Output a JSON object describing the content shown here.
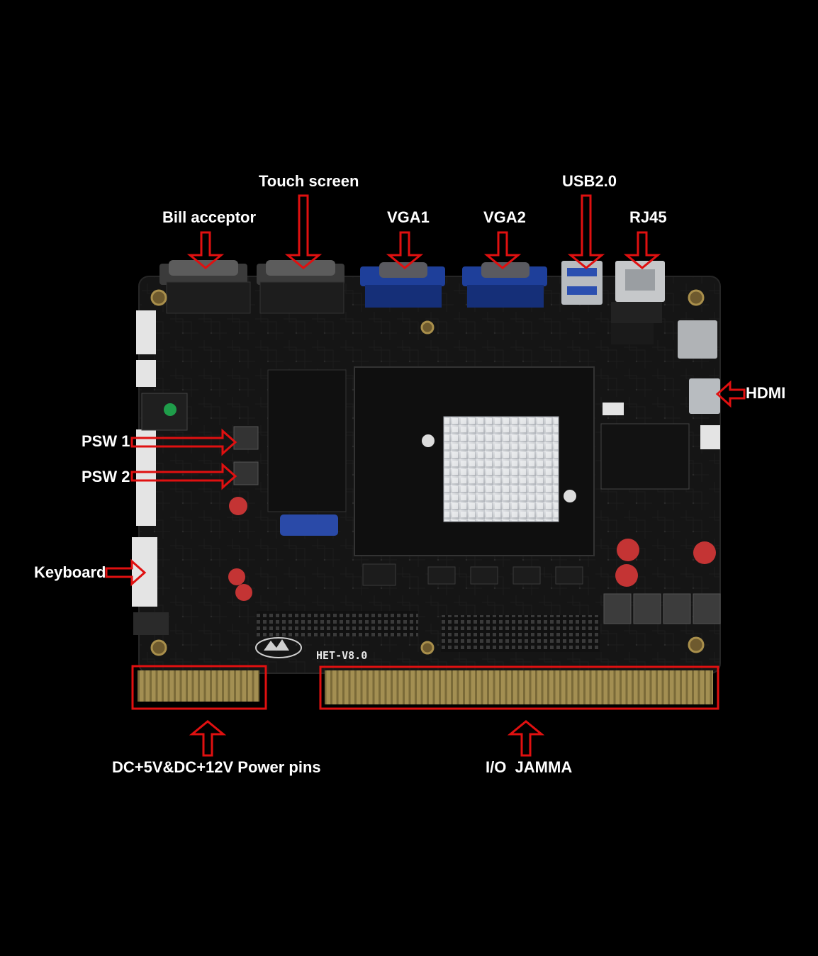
{
  "labels": {
    "touch_screen": "Touch screen",
    "bill_acceptor": "Bill acceptor",
    "vga1": "VGA1",
    "vga2": "VGA2",
    "usb": "USB2.0",
    "rj45": "RJ45",
    "hdmi": "HDMI",
    "psw1": "PSW 1",
    "psw2": "PSW 2",
    "keyboard": "Keyboard",
    "power_pins": "DC+5V&DC+12V Power pins",
    "io_jamma": "I/O  JAMMA"
  },
  "board": {
    "model": "HET-V8.0"
  },
  "colors": {
    "background": "#000000",
    "board": "#141414",
    "arrow_stroke": "#e01010",
    "gold_pins": "#9a8648",
    "vga_blue": "#1e3f9a",
    "heatsink": "#cfd2d6"
  }
}
